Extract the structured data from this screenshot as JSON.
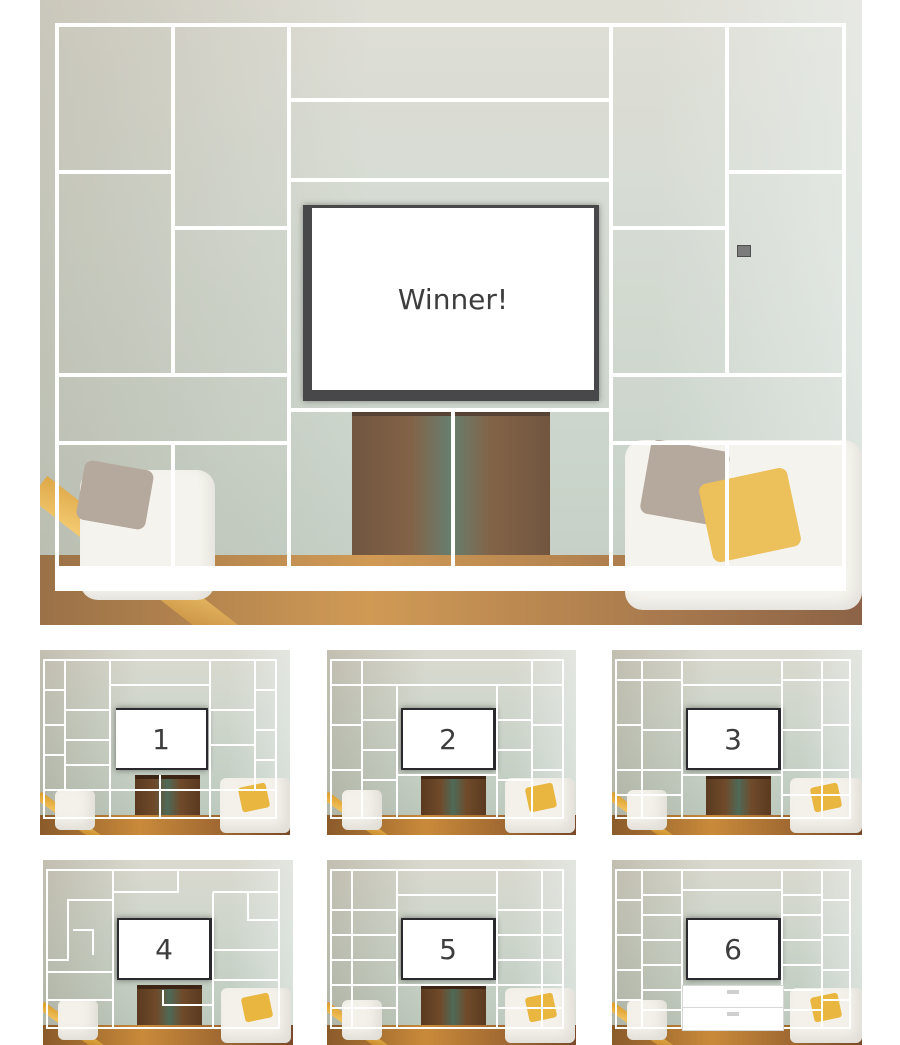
{
  "main": {
    "label": "Winner!"
  },
  "options": [
    {
      "label": "1"
    },
    {
      "label": "2"
    },
    {
      "label": "3"
    },
    {
      "label": "4"
    },
    {
      "label": "5"
    },
    {
      "label": "6"
    }
  ]
}
